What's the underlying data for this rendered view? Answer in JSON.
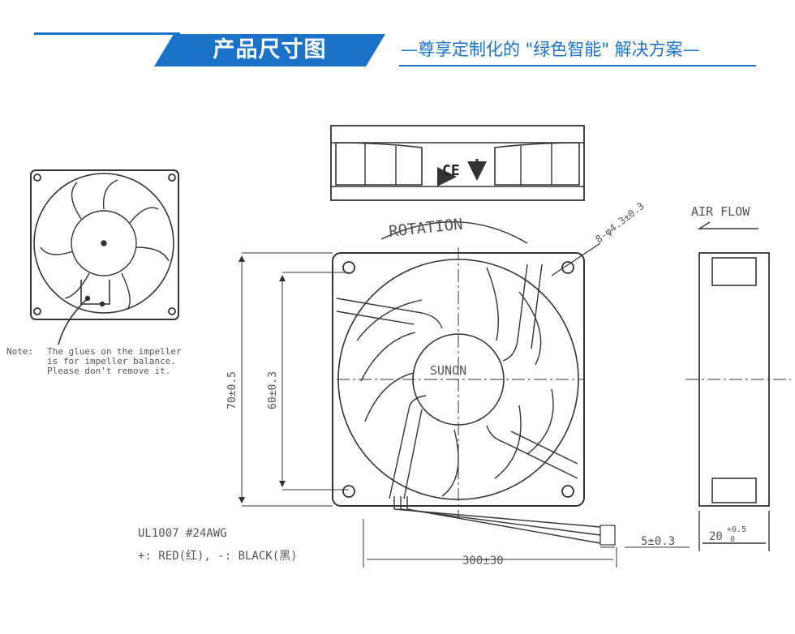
{
  "header": {
    "title": "产品尺寸图",
    "subtitle": "—尊享定制化的 \"绿色智能\" 解决方案—",
    "accent_color": "#1a73c8"
  },
  "drawing": {
    "note_label": "Note:",
    "note_lines": [
      "The glues on the impeller",
      "is for impeller balance.",
      "Please don't remove it."
    ],
    "ce_mark": "CE",
    "rotation_label": "ROTATION",
    "hole_spec": "8-φ4.3±0.3",
    "airflow_label": "AIR FLOW",
    "brand": "SUNON",
    "dim_outer": "70±0.5",
    "dim_hole": "60±0.3",
    "cable_spec": "UL1007  #24AWG",
    "wire_colors": "+: RED(红), -: BLACK(黑)",
    "dim_cable": "300±30",
    "dim_strip": "5±0.3",
    "dim_depth_base": "20",
    "dim_depth_tol_upper": "+0.5",
    "dim_depth_tol_lower": "0"
  }
}
